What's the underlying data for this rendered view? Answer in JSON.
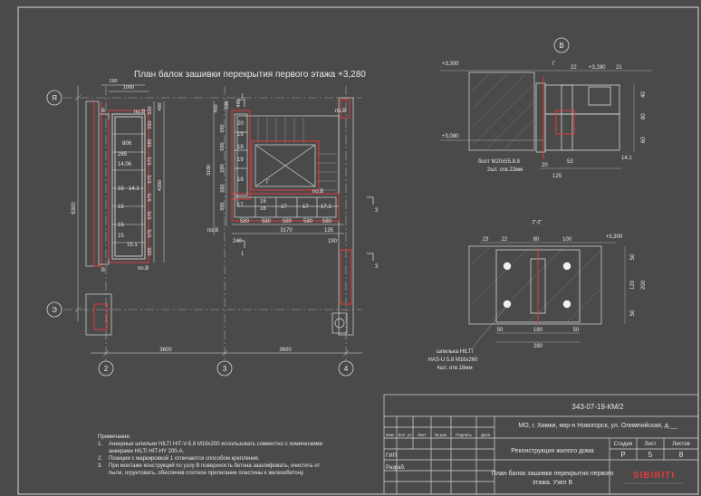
{
  "colors": {
    "background": "#4a4a4a",
    "line": "#d8d8d8",
    "red": "#e23a3a",
    "thin": "#aaaaaa"
  },
  "plan": {
    "title": "План балок зашивки перекрытия первого этажа +3,280",
    "axes_rows": [
      "Я",
      "Э"
    ],
    "axes_cols": [
      "2",
      "3",
      "4"
    ],
    "spans": [
      "3600",
      "3600"
    ],
    "height_dim": "6300",
    "left_dims_top": [
      "190",
      "1000"
    ],
    "left_vert_dims": [
      "520",
      "490",
      "550",
      "585",
      "575",
      "575",
      "4300",
      "575",
      "575",
      "575",
      "585"
    ],
    "left_labels": [
      "806",
      "285",
      "14.06",
      "15",
      "14.1",
      "15",
      "15",
      "15",
      "15.1"
    ],
    "mid_labels": [
      "20",
      "19",
      "18",
      "19",
      "18",
      "17",
      "16",
      "16",
      "17",
      "17",
      "17.1",
      "Г"
    ],
    "mid_top_dims": [
      "490",
      "130",
      "490"
    ],
    "mid_left_dims": [
      "590",
      "590",
      "3180",
      "590",
      "560",
      "565"
    ],
    "bottom_dims": [
      "580",
      "580",
      "580",
      "580",
      "580",
      "3170",
      "135"
    ],
    "mid_bottom_left": "240",
    "right_dim": "190",
    "section_marks": [
      "В",
      "В",
      "3",
      "3",
      "1",
      "1"
    ],
    "pos_labels": [
      "по.В",
      "по.В",
      "по.В",
      "по.В",
      "по.В"
    ]
  },
  "detail_b": {
    "marker": "В",
    "level_top": "+3,300",
    "level_bottom": "+3,080",
    "level_right": "+3,280",
    "cut": "Г",
    "labels": [
      "22",
      "21",
      "14.1"
    ],
    "dims_right": [
      "40",
      "80",
      "60"
    ],
    "dims_bottom": [
      "20",
      "53",
      "125"
    ],
    "bolt_note_1": "болт М20х55.8.8",
    "bolt_note_2": "2шт. отв.22мм"
  },
  "detail_gg": {
    "title": "Г-Г",
    "level": "+3,300",
    "top_dims": [
      "23",
      "22",
      "80",
      "100"
    ],
    "right_dims": [
      "50",
      "120",
      "200",
      "50"
    ],
    "bottom_dims": [
      "50",
      "180",
      "50",
      "280"
    ],
    "anchor_1": "шпилька HILTI",
    "anchor_2": "HAS-U 5.8 М16х260",
    "anchor_3": "4шт. отв.18мм"
  },
  "notes": {
    "heading": "Примечание:",
    "items": [
      {
        "num": "1.",
        "text": "Анкерные шпильки HILTI HIT-V-5.8 М16х200 использовать совместно с химическими"
      },
      {
        "num": "",
        "text": "анкерами HILTI HIT-HY 200-A."
      },
      {
        "num": "2.",
        "text": "Позиции с маркировкой 1 отличаются способом крепления."
      },
      {
        "num": "3.",
        "text": "При монтаже конструкций по узлу В поверхность бетона зашлифовать, очистить от"
      },
      {
        "num": "",
        "text": "пыли, огрунтовать, обеспечив плотное прилегание пластины к железобетону."
      }
    ]
  },
  "stamp": {
    "code": "343-07-19-КМ/2",
    "address": "МО, г. Химки, мкр-н Новогорск, ул. Олимпийская, д.__",
    "headers": [
      "Изм.",
      "Кол. уч",
      "Лист",
      "№ док.",
      "Подпись",
      "Дата"
    ],
    "gip": "ГИП",
    "razrab": "Разраб.",
    "object": "Реконструкция жилого дома",
    "sheet_title_1": "План балок зашивки перекрытия первого",
    "sheet_title_2": "этажа. Узел В",
    "col_stage": "Стадия",
    "col_sheet": "Лист",
    "col_sheets": "Листов",
    "stage": "Р",
    "sheet": "5",
    "sheets": "8",
    "logo": "SIBIRITI"
  }
}
